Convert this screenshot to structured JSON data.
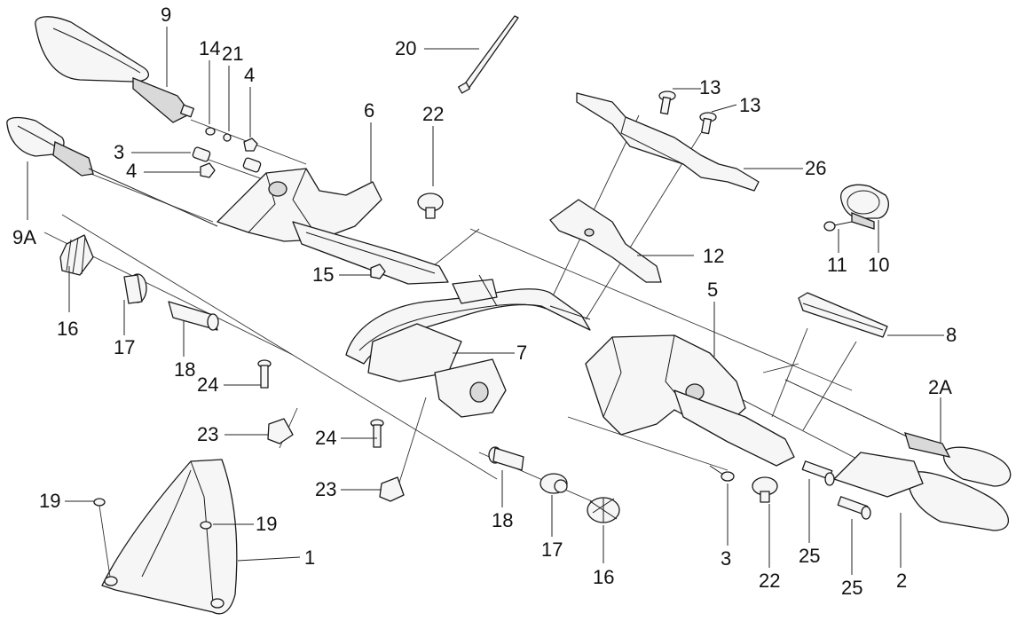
{
  "callouts": [
    {
      "id": "c9",
      "text": "9"
    },
    {
      "id": "c14",
      "text": "14"
    },
    {
      "id": "c21",
      "text": "21"
    },
    {
      "id": "c4a",
      "text": "4"
    },
    {
      "id": "c20",
      "text": "20"
    },
    {
      "id": "c13a",
      "text": "13"
    },
    {
      "id": "c13b",
      "text": "13"
    },
    {
      "id": "c6",
      "text": "6"
    },
    {
      "id": "c22a",
      "text": "22"
    },
    {
      "id": "c3a",
      "text": "3"
    },
    {
      "id": "c4b",
      "text": "4"
    },
    {
      "id": "c26",
      "text": "26"
    },
    {
      "id": "c9a",
      "text": "9A"
    },
    {
      "id": "c12",
      "text": "12"
    },
    {
      "id": "c11",
      "text": "11"
    },
    {
      "id": "c10",
      "text": "10"
    },
    {
      "id": "c15",
      "text": "15"
    },
    {
      "id": "c5",
      "text": "5"
    },
    {
      "id": "c16a",
      "text": "16"
    },
    {
      "id": "c17a",
      "text": "17"
    },
    {
      "id": "c18a",
      "text": "18"
    },
    {
      "id": "c8",
      "text": "8"
    },
    {
      "id": "c7",
      "text": "7"
    },
    {
      "id": "c24a",
      "text": "24"
    },
    {
      "id": "c2a",
      "text": "2A"
    },
    {
      "id": "c23a",
      "text": "23"
    },
    {
      "id": "c24b",
      "text": "24"
    },
    {
      "id": "c19a",
      "text": "19"
    },
    {
      "id": "c19b",
      "text": "19"
    },
    {
      "id": "c1",
      "text": "1"
    },
    {
      "id": "c23b",
      "text": "23"
    },
    {
      "id": "c18b",
      "text": "18"
    },
    {
      "id": "c17b",
      "text": "17"
    },
    {
      "id": "c16b",
      "text": "16"
    },
    {
      "id": "c3b",
      "text": "3"
    },
    {
      "id": "c22b",
      "text": "22"
    },
    {
      "id": "c25a",
      "text": "25"
    },
    {
      "id": "c25b",
      "text": "25"
    },
    {
      "id": "c2",
      "text": "2"
    }
  ]
}
